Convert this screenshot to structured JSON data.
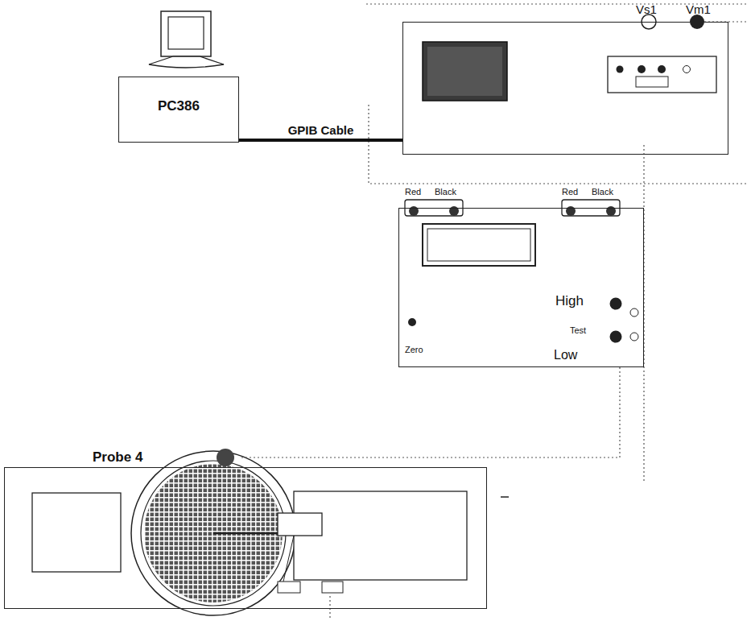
{
  "diagram": {
    "nodes": [
      {
        "text": [
          "PC386"
        ]
      },
      {
        "text": [
          "Vs1",
          "Vm1"
        ]
      },
      {
        "text": [
          "High",
          "Test",
          "Low",
          "Zero"
        ]
      },
      {
        "text": [
          "Probe 4"
        ]
      }
    ],
    "edges": [
      {
        "from": 0,
        "to": 1,
        "arrow": "none",
        "label": "GPIB Cable"
      },
      {
        "from": 2,
        "to": 3,
        "arrow": "none"
      }
    ],
    "labels": [
      "Red",
      "Black",
      "Red",
      "Black"
    ]
  }
}
